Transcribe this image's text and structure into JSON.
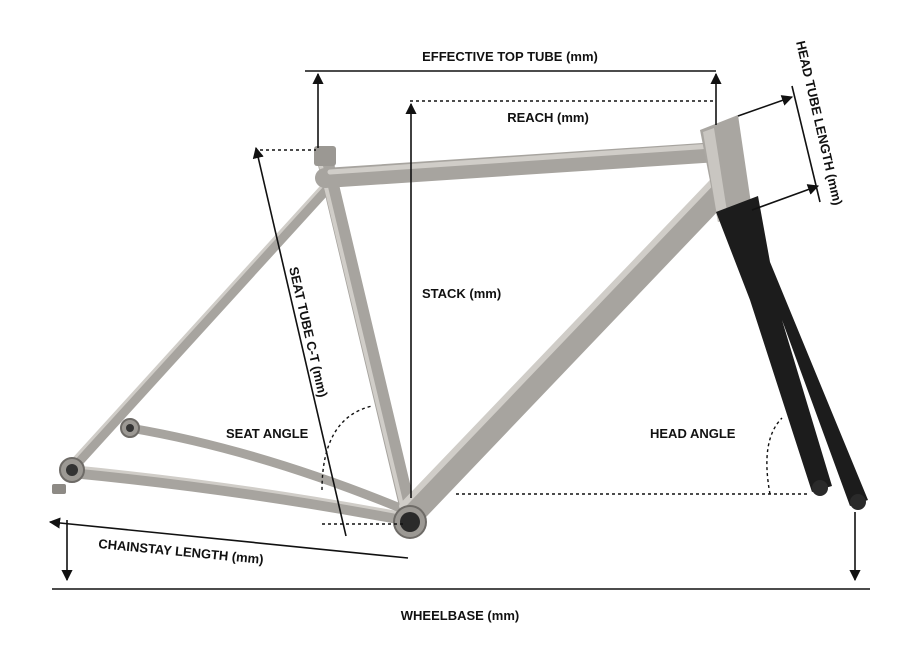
{
  "labels": {
    "effective_top_tube": "EFFECTIVE TOP TUBE (mm)",
    "head_tube_length": "HEAD TUBE LENGTH (mm)",
    "reach": "REACH (mm)",
    "stack": "STACK (mm)",
    "seat_tube": "SEAT TUBE C-T (mm)",
    "seat_angle": "SEAT ANGLE",
    "head_angle": "HEAD ANGLE",
    "chainstay_length": "CHAINSTAY LENGTH (mm)",
    "wheelbase": "WHEELBASE (mm)"
  },
  "colors": {
    "frame": "#a7a49f",
    "fork": "#1c1c1c",
    "lines": "#111111"
  }
}
